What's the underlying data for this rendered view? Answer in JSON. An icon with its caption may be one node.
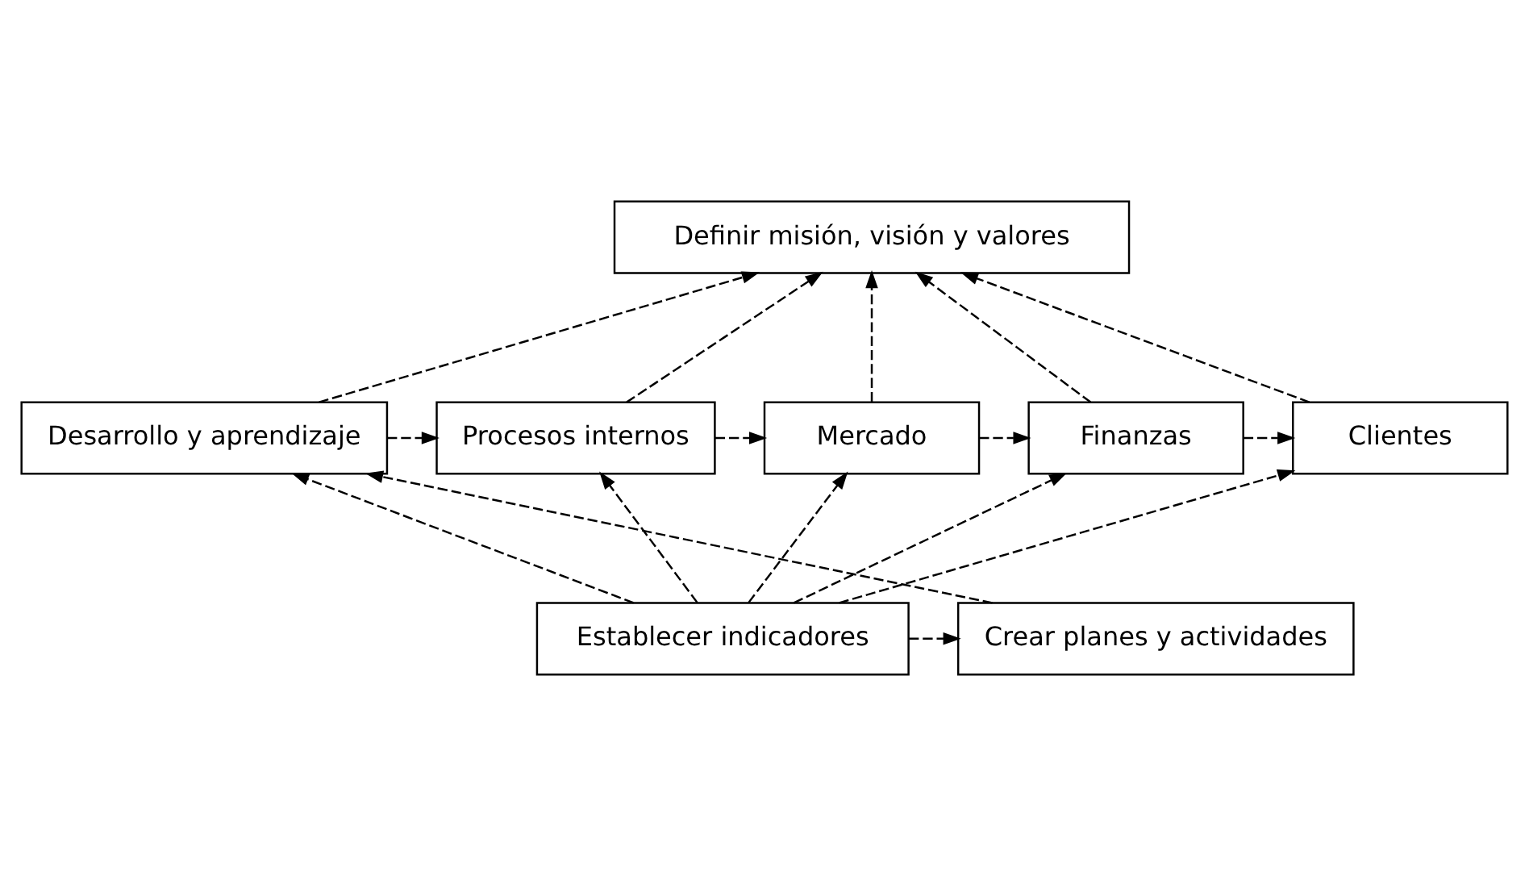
{
  "diagram": {
    "nodes": [
      {
        "text": [
          "Definir misión, visión y valores"
        ]
      },
      {
        "text": [
          "Clientes"
        ]
      },
      {
        "text": [
          "Finanzas"
        ]
      },
      {
        "text": [
          "Mercado"
        ]
      },
      {
        "text": [
          "Procesos internos"
        ]
      },
      {
        "text": [
          "Desarrollo y aprendizaje"
        ]
      },
      {
        "text": [
          "Establecer indicadores"
        ]
      },
      {
        "text": [
          "Crear planes y actividades"
        ]
      }
    ],
    "edges": [
      {
        "from": 1,
        "to": 0,
        "arrow": "to",
        "style": "dashed"
      },
      {
        "from": 2,
        "to": 0,
        "arrow": "to",
        "style": "dashed"
      },
      {
        "from": 3,
        "to": 0,
        "arrow": "to",
        "style": "dashed"
      },
      {
        "from": 4,
        "to": 0,
        "arrow": "to",
        "style": "dashed"
      },
      {
        "from": 5,
        "to": 0,
        "arrow": "to",
        "style": "dashed"
      },
      {
        "from": 5,
        "to": 4,
        "arrow": "to",
        "style": "dashed"
      },
      {
        "from": 4,
        "to": 3,
        "arrow": "to",
        "style": "dashed"
      },
      {
        "from": 3,
        "to": 2,
        "arrow": "to",
        "style": "dashed"
      },
      {
        "from": 2,
        "to": 1,
        "arrow": "to",
        "style": "dashed"
      },
      {
        "from": 6,
        "to": 1,
        "arrow": "to",
        "style": "dashed"
      },
      {
        "from": 6,
        "to": 2,
        "arrow": "to",
        "style": "dashed"
      },
      {
        "from": 6,
        "to": 3,
        "arrow": "to",
        "style": "dashed"
      },
      {
        "from": 6,
        "to": 4,
        "arrow": "to",
        "style": "dashed"
      },
      {
        "from": 6,
        "to": 5,
        "arrow": "to",
        "style": "dashed"
      },
      {
        "from": 6,
        "to": 7,
        "arrow": "to",
        "style": "dashed"
      },
      {
        "from": 7,
        "to": 5,
        "arrow": "to",
        "style": "dashed"
      }
    ]
  }
}
